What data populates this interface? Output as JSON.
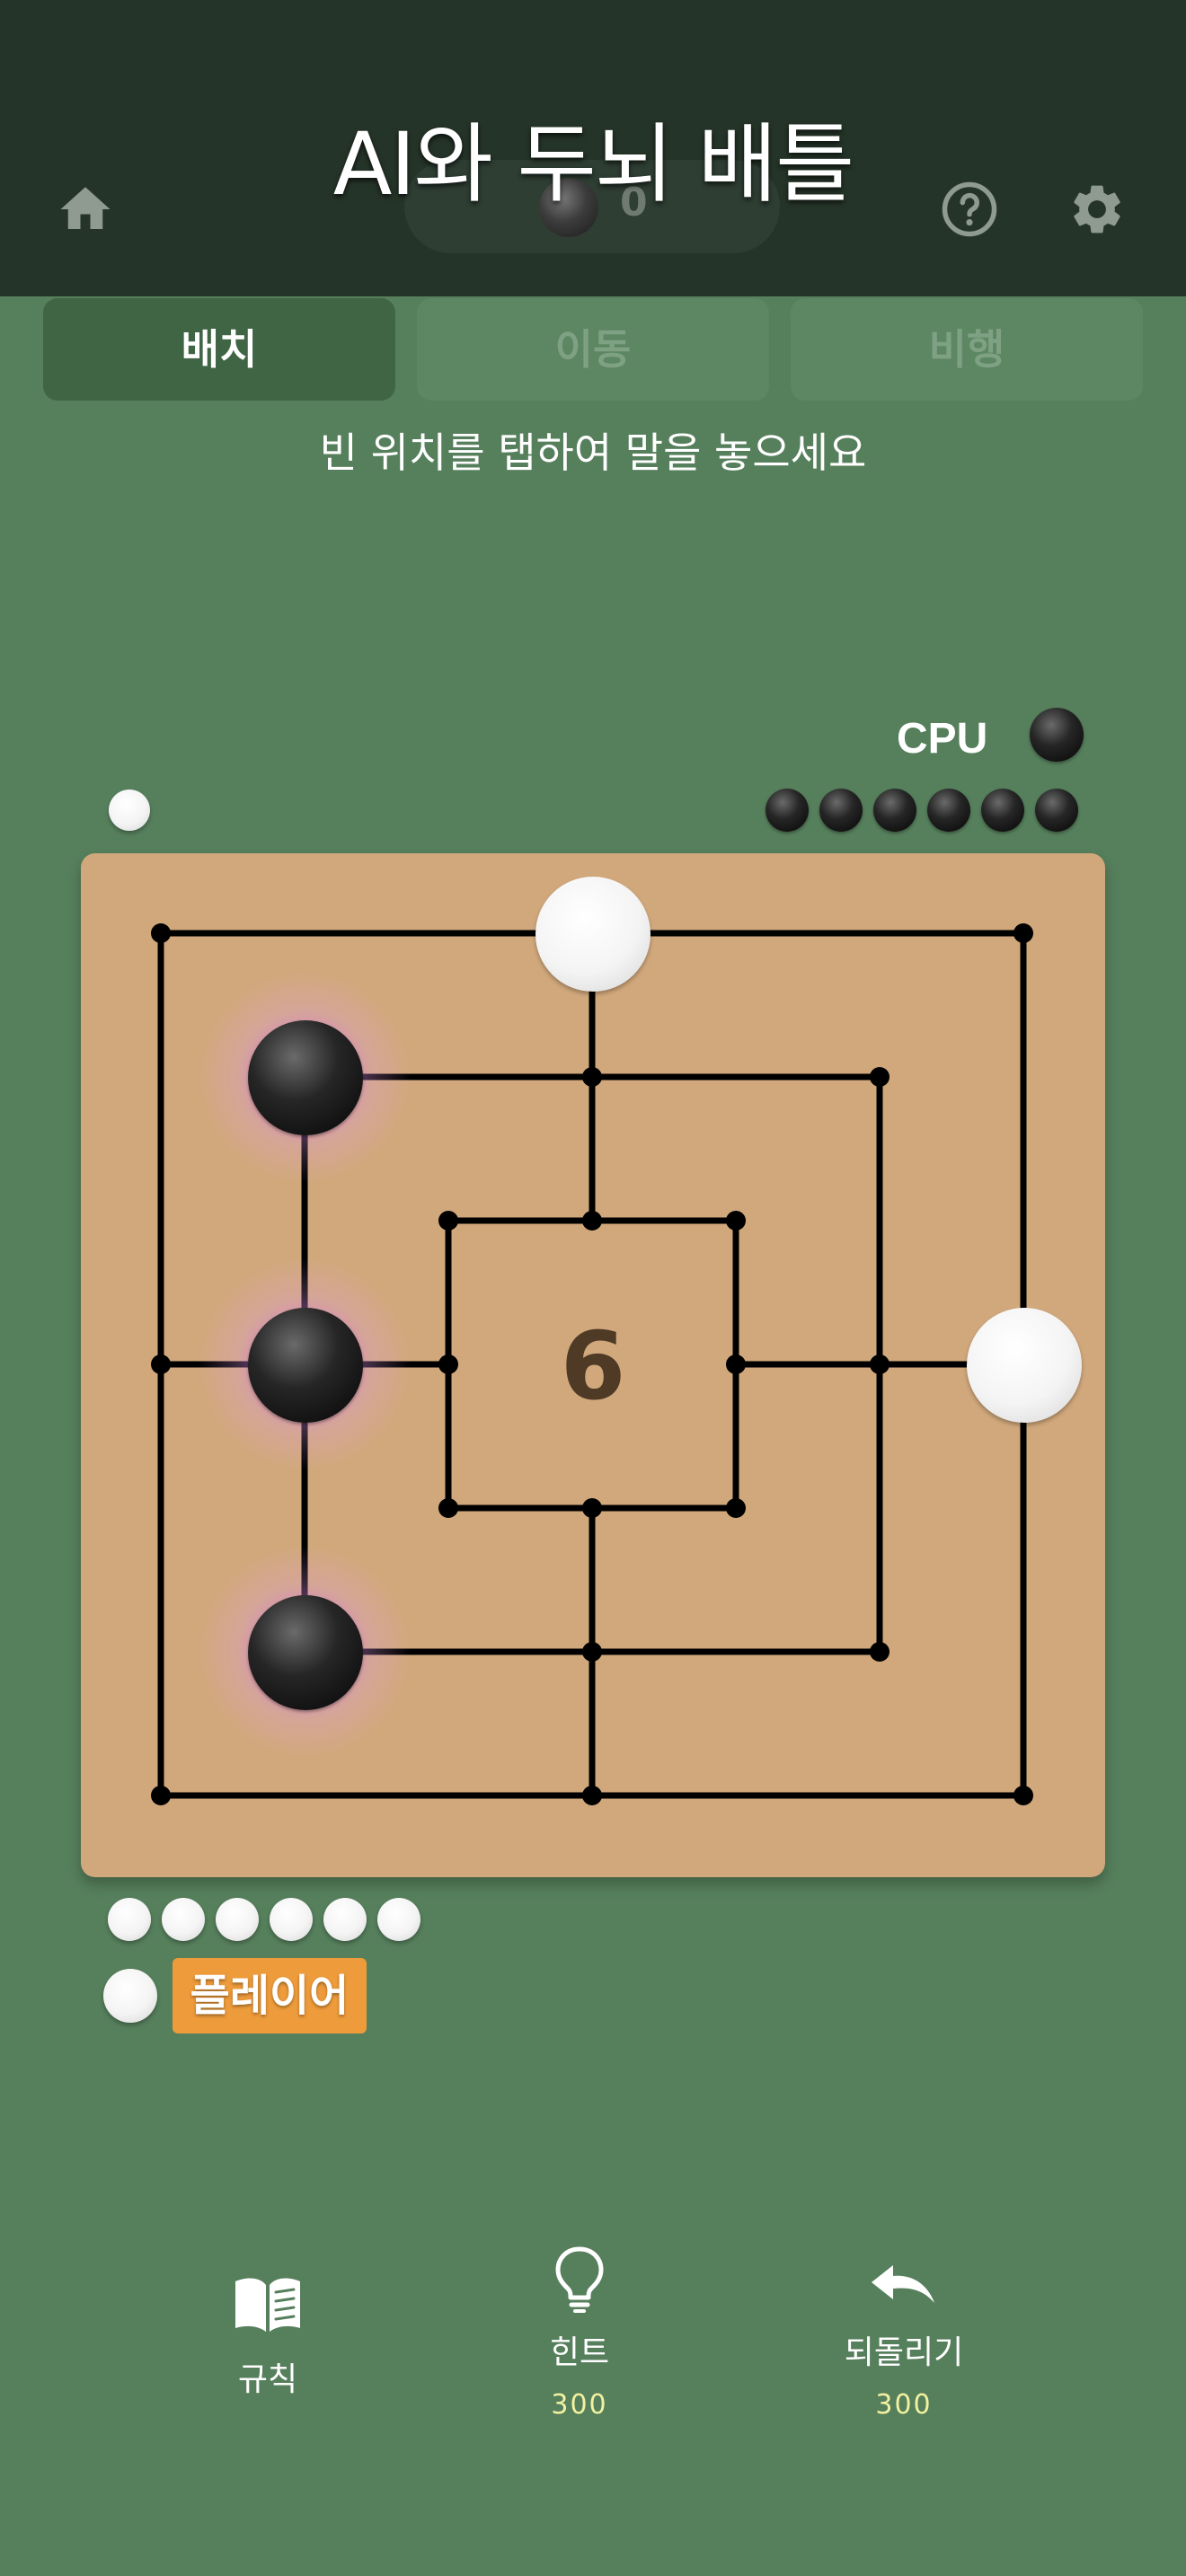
{
  "header": {
    "title": "AI와 두뇌 배틀",
    "coins": "0",
    "home_icon": "home-icon",
    "help_icon": "help-icon",
    "settings_icon": "gear-icon"
  },
  "tabs": [
    {
      "label": "배치",
      "active": true
    },
    {
      "label": "이동",
      "active": false
    },
    {
      "label": "비행",
      "active": false
    }
  ],
  "instruction": "빈 위치를 탭하여 말을 놓으세요",
  "cpu": {
    "label": "CPU",
    "color": "black",
    "captured_count": 1,
    "remaining_count": 6
  },
  "board": {
    "center_count": "6",
    "pieces": [
      {
        "point": "outer-top-middle",
        "color": "white",
        "highlighted": false
      },
      {
        "point": "outer-right-middle",
        "color": "white",
        "highlighted": false
      },
      {
        "point": "middle-top-left",
        "color": "black",
        "highlighted": true
      },
      {
        "point": "middle-left-middle",
        "color": "black",
        "highlighted": true
      },
      {
        "point": "middle-bottom-left",
        "color": "black",
        "highlighted": true
      }
    ]
  },
  "player": {
    "label": "플레이어",
    "color": "white",
    "remaining_count": 6
  },
  "actions": [
    {
      "label": "규칙",
      "icon": "book-icon",
      "count": ""
    },
    {
      "label": "힌트",
      "icon": "lightbulb-icon",
      "count": "300"
    },
    {
      "label": "되돌리기",
      "icon": "undo-icon",
      "count": "300"
    }
  ],
  "colors": {
    "background": "#567f5c",
    "header": "#253428",
    "board": "#d1a87c",
    "player_badge": "#ed9b3b",
    "highlight": "#d778eb"
  }
}
